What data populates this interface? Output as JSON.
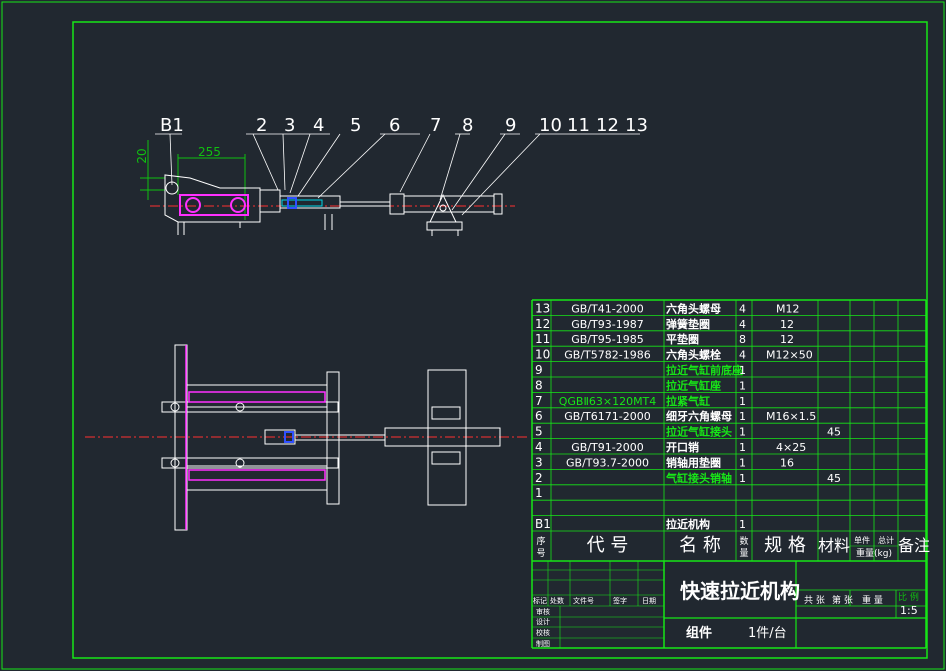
{
  "colors": {
    "background": "#212830",
    "frame": "#17e617",
    "line": "#ffffff",
    "centerline": "#ff3030",
    "dimension": "#10c010",
    "hatch": "#ff30ff",
    "cyan": "#00d8e8",
    "blue": "#3050ff"
  },
  "drawing": {
    "top_view": {
      "balloons": [
        "B1",
        "2",
        "3",
        "4",
        "5",
        "6",
        "7",
        "8",
        "9",
        "10",
        "11",
        "12",
        "13"
      ],
      "dimensions": [
        "255",
        "20"
      ]
    },
    "bom": {
      "rows": [
        {
          "seq": "13",
          "code": "GB/T41-2000",
          "name": "六角头螺母",
          "qty": "4",
          "spec": "M12",
          "material": "",
          "highlight": false
        },
        {
          "seq": "12",
          "code": "GB/T93-1987",
          "name": "弹簧垫圈",
          "qty": "4",
          "spec": "12",
          "material": "",
          "highlight": false
        },
        {
          "seq": "11",
          "code": "GB/T95-1985",
          "name": "平垫圈",
          "qty": "8",
          "spec": "12",
          "material": "",
          "highlight": false
        },
        {
          "seq": "10",
          "code": "GB/T5782-1986",
          "name": "六角头螺栓",
          "qty": "4",
          "spec": "M12×50",
          "material": "",
          "highlight": false
        },
        {
          "seq": "9",
          "code": "",
          "name": "拉近气缸前底座",
          "qty": "1",
          "spec": "",
          "material": "",
          "highlight": true
        },
        {
          "seq": "8",
          "code": "",
          "name": "拉近气缸座",
          "qty": "1",
          "spec": "",
          "material": "",
          "highlight": true
        },
        {
          "seq": "7",
          "code": "QGBⅡ63×120MT4",
          "name": "拉紧气缸",
          "qty": "1",
          "spec": "",
          "material": "",
          "highlight": true
        },
        {
          "seq": "6",
          "code": "GB/T6171-2000",
          "name": "细牙六角螺母",
          "qty": "1",
          "spec": "M16×1.5",
          "material": "",
          "highlight": false
        },
        {
          "seq": "5",
          "code": "",
          "name": "拉近气缸接头",
          "qty": "1",
          "spec": "",
          "material": "45",
          "highlight": true
        },
        {
          "seq": "4",
          "code": "GB/T91-2000",
          "name": "开口销",
          "qty": "1",
          "spec": "4×25",
          "material": "",
          "highlight": false
        },
        {
          "seq": "3",
          "code": "GB/T93.7-2000",
          "name": "销轴用垫圈",
          "qty": "1",
          "spec": "16",
          "material": "",
          "highlight": false
        },
        {
          "seq": "2",
          "code": "",
          "name": "气缸接头销轴",
          "qty": "1",
          "spec": "",
          "material": "45",
          "highlight": true
        },
        {
          "seq": "1",
          "code": "",
          "name": "",
          "qty": "",
          "spec": "",
          "material": "",
          "highlight": false
        },
        {
          "seq": "",
          "code": "",
          "name": "",
          "qty": "",
          "spec": "",
          "material": "",
          "highlight": false
        },
        {
          "seq": "B1",
          "code": "",
          "name": "拉近机构",
          "qty": "1",
          "spec": "",
          "material": "",
          "highlight": false
        }
      ],
      "header": {
        "seq": "序号",
        "code": "代  号",
        "name": "名  称",
        "qty": "数量",
        "spec": "规  格",
        "material": "材料",
        "unit_weight": "单件",
        "total_weight": "总计",
        "weight_label": "重量(kg)",
        "remark": "备注"
      }
    },
    "title_block": {
      "title": "快速拉近机构",
      "subtitle": "组件",
      "quantity": "1件/台",
      "sheet_total": "共  张",
      "sheet_no": "第  张",
      "weight_label": "重  量",
      "scale_label": "比  例",
      "scale": "1:5",
      "rev_headers": [
        "标记",
        "处数",
        "文件号",
        "签字",
        "日期"
      ],
      "sign_labels": [
        "审核",
        "设计",
        "校核",
        "制图"
      ]
    }
  }
}
